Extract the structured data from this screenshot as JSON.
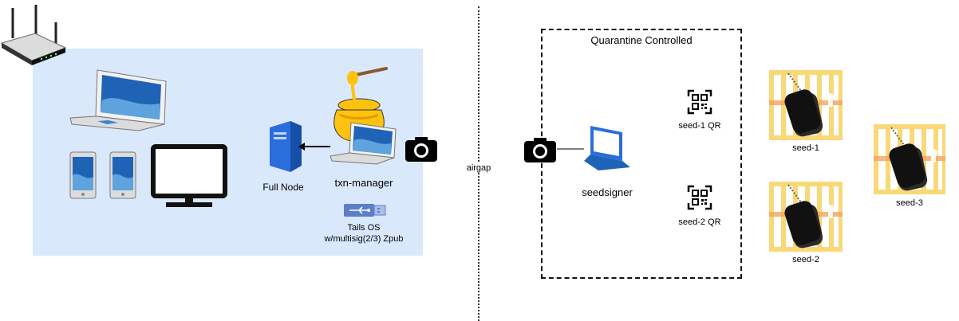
{
  "labels": {
    "full_node": "Full Node",
    "txn_manager": "txn-manager",
    "tails_os_line1": "Tails OS",
    "tails_os_line2": "w/multisig(2/3) Zpub",
    "airgap": "airgap",
    "quarantine": "Quarantine Controlled",
    "seedsigner": "seedsigner",
    "seed1_qr": "seed-1 QR",
    "seed2_qr": "seed-2 QR",
    "seed1": "seed-1",
    "seed2": "seed-2",
    "seed3": "seed-3"
  },
  "colors": {
    "network_zone": "#dae8fc",
    "honey": "#ffc20e",
    "server": "#2a6edc",
    "device_blue": "#1f63b6",
    "cage": "#f8d877",
    "usb": "#5b7ec9"
  },
  "icons": [
    "router-icon",
    "laptop-icon",
    "tablet-icon",
    "monitor-icon",
    "server-icon",
    "honeypot-icon",
    "camera-icon",
    "usb-drive-icon",
    "qr-code-icon",
    "dog-tag-icon",
    "cage-icon"
  ]
}
